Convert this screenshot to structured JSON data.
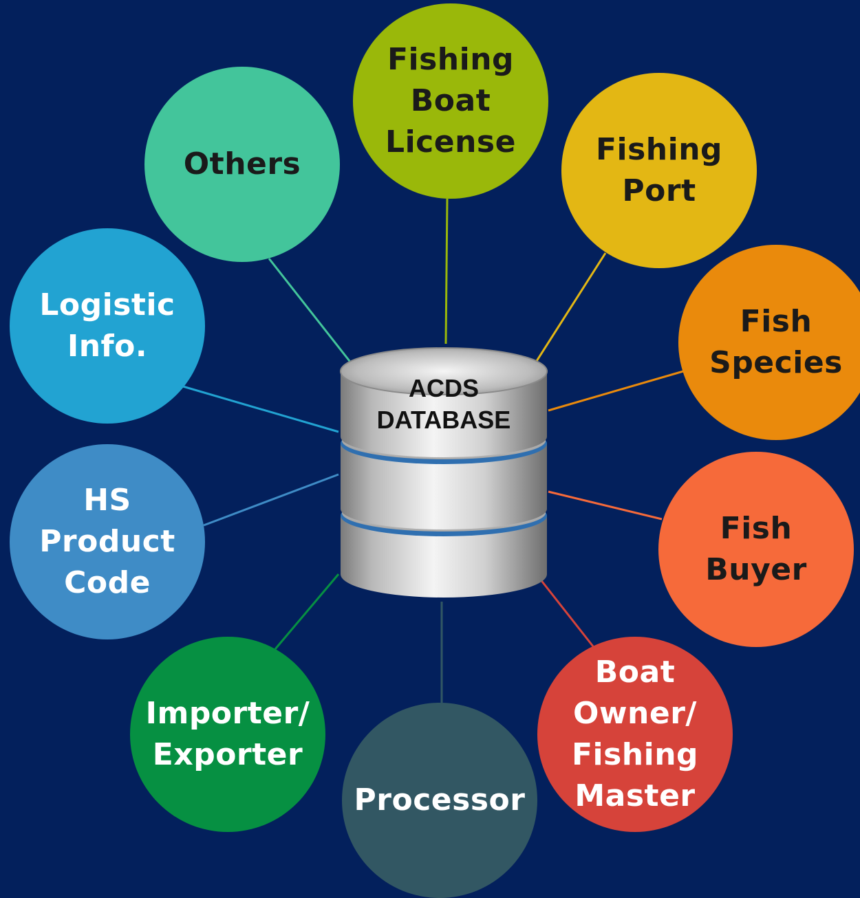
{
  "center": {
    "line1": "ACDS",
    "line2": "DATABASE",
    "icon": "database-icon"
  },
  "nodes": [
    {
      "id": "fishing-boat-license",
      "label": "Fishing\nBoat\nLicense",
      "color": "#9ab80a",
      "text_color": "#1a1a1a"
    },
    {
      "id": "fishing-port",
      "label": "Fishing\nPort",
      "color": "#e3b714",
      "text_color": "#1a1a1a"
    },
    {
      "id": "fish-species",
      "label": "Fish\nSpecies",
      "color": "#ea8a0c",
      "text_color": "#1a1a1a"
    },
    {
      "id": "fish-buyer",
      "label": "Fish\nBuyer",
      "color": "#f66a3a",
      "text_color": "#1a1a1a"
    },
    {
      "id": "boat-owner",
      "label": "Boat\nOwner/\nFishing\nMaster",
      "color": "#d6433a",
      "text_color": "#ffffff"
    },
    {
      "id": "processor",
      "label": "Processor",
      "color": "#325763",
      "text_color": "#ffffff"
    },
    {
      "id": "importer-exporter",
      "label": "Importer/\nExporter",
      "color": "#069042",
      "text_color": "#ffffff"
    },
    {
      "id": "hs-product-code",
      "label": "HS\nProduct\nCode",
      "color": "#3f8cc6",
      "text_color": "#ffffff"
    },
    {
      "id": "logistic-info",
      "label": "Logistic\nInfo.",
      "color": "#22a3d2",
      "text_color": "#ffffff"
    },
    {
      "id": "others",
      "label": "Others",
      "color": "#43c59b",
      "text_color": "#1a1a1a"
    }
  ]
}
